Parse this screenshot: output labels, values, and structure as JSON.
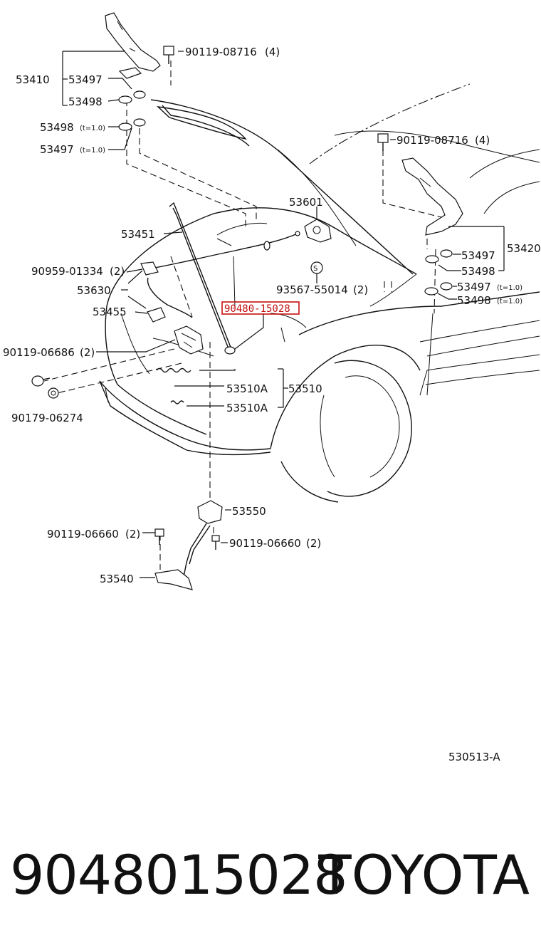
{
  "diagram": {
    "drawing_code": "530513-A",
    "highlight_part": "90480-15028",
    "labels": {
      "p53410": "53410",
      "p53497_top": "53497",
      "p53498_top": "53498",
      "p53498_t": "53498",
      "t10_a": "(t=1.0)",
      "p53497_t": "53497",
      "t10_b": "(t=1.0)",
      "bolt_top_left": "90119-08716",
      "bolt_top_left_qty": "(4)",
      "bolt_top_right": "90119-08716",
      "bolt_top_right_qty": "(4)",
      "p53601": "53601",
      "p53451": "53451",
      "clip_90959": "90959-01334",
      "clip_90959_qty": "(2)",
      "p53630": "53630",
      "p53455": "53455",
      "p93567": "93567-55014",
      "p93567_qty": "(2)",
      "p90480": "90480-15028",
      "bolt_06686": "90119-06686",
      "bolt_06686_qty": "(2)",
      "nut_06274": "90179-06274",
      "p53510A_a": "53510A",
      "p53510A_b": "53510A",
      "p53510": "53510",
      "p53420": "53420",
      "p53497_r": "53497",
      "p53498_r": "53498",
      "p53497_rt": "53497",
      "t10_c": "(t=1.0)",
      "p53498_rt": "53498",
      "t10_d": "(t=1.0)",
      "p53550": "53550",
      "bolt_06660_l": "90119-06660",
      "bolt_06660_l_qty": "(2)",
      "bolt_06660_r": "90119-06660",
      "bolt_06660_r_qty": "(2)",
      "p53540": "53540",
      "symbol_s": "S"
    }
  },
  "footer": {
    "part_number": "9048015028",
    "brand": "TOYOTA"
  },
  "colors": {
    "line": "#111111",
    "highlight": "#c41010",
    "background": "#ffffff"
  }
}
